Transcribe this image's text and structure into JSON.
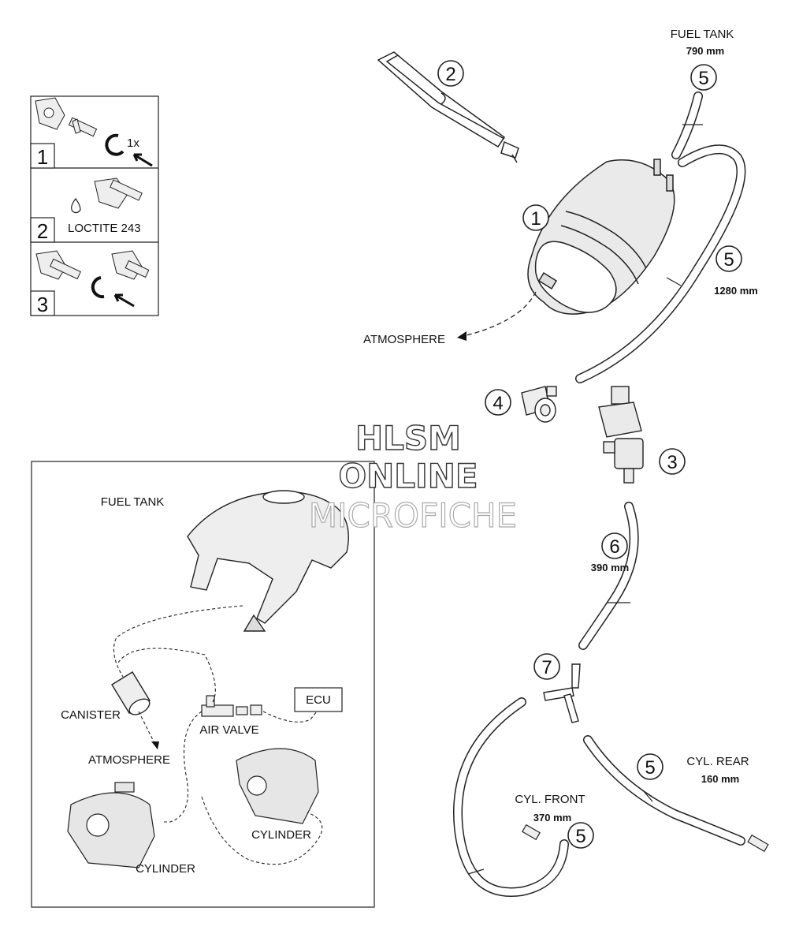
{
  "steps": [
    {
      "number": "1",
      "note": "1x"
    },
    {
      "number": "2",
      "note": "LOCTITE 243"
    },
    {
      "number": "3",
      "note": ""
    }
  ],
  "labels": {
    "fuel_tank": "FUEL TANK",
    "fuel_tank_length": "790 mm",
    "hose5_length": "1280 mm",
    "hose6_length": "390 mm",
    "atmosphere": "ATMOSPHERE",
    "cyl_rear": "CYL. REAR",
    "cyl_rear_length": "160 mm",
    "cyl_front": "CYL. FRONT",
    "cyl_front_length": "370 mm"
  },
  "callouts": {
    "c1": "1",
    "c2": "2",
    "c3": "3",
    "c4": "4",
    "c5_tank": "5",
    "c5_long": "5",
    "c5_rear": "5",
    "c5_front": "5",
    "c6": "6",
    "c7": "7"
  },
  "schematic": {
    "fuel_tank": "FUEL TANK",
    "canister": "CANISTER",
    "atmosphere": "ATMOSPHERE",
    "air_valve": "AIR VALVE",
    "ecu": "ECU",
    "cylinder_rear": "CYLINDER",
    "cylinder_front": "CYLINDER"
  },
  "watermark": {
    "line1": "HLSM",
    "line2": "ONLINE",
    "line3": "MICROFICHE"
  }
}
